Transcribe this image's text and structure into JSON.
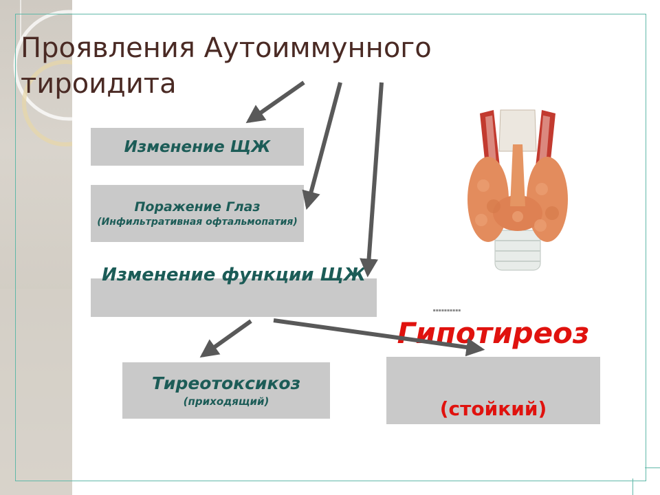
{
  "title": "Проявления Аутоиммунного тироидита",
  "boxes": {
    "change": {
      "label": "Изменение ЩЖ"
    },
    "eyes": {
      "label": "Поражение Глаз",
      "sub": "(Инфильтративная офтальмопатия)"
    },
    "function": {
      "label": "Изменение функции ЩЖ"
    },
    "thyrotoxicosis": {
      "label": "Тиреотоксикоз",
      "sub": "(приходящий)"
    },
    "hypothyroidism": {
      "label": "Гипотиреоз",
      "sub": "(стойкий)"
    }
  },
  "colors": {
    "title": "#4a2a24",
    "box_fill": "#c9c9c9",
    "box_text": "#1c5c57",
    "accent_red": "#e0120e",
    "arrow": "#595959",
    "frame": "#5fb8a8"
  },
  "icons": {
    "illustration": "thyroid-gland-illustration"
  }
}
